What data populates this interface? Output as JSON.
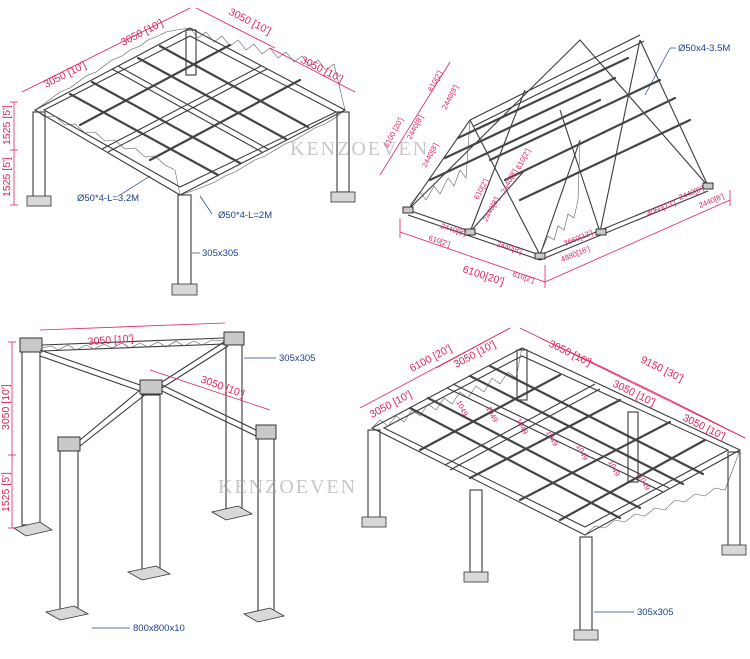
{
  "watermark": "KENZOEVEN",
  "panel_top_left": {
    "dims": [
      "3050 [10']",
      "3050 [10']",
      "3050 [10']",
      "3050 [10']",
      "1525 [5']",
      "1525 [5']"
    ],
    "notes": [
      "Ø50*4-L=3.2M",
      "Ø50*4-L=2M",
      "305x305"
    ]
  },
  "panel_top_right": {
    "notes": [
      "Ø50x4-3.5M"
    ],
    "dims": [
      "6100 [20']",
      "610[2']",
      "2440[8']",
      "2440[8']",
      "2440[8']",
      "610[2']",
      "6100[20']",
      "610[2']",
      "2440[8']",
      "2440[8']",
      "2440[8']",
      "2440[8']",
      "610[2']",
      "610[2']",
      "4060[13']",
      "3660[12']",
      "4880[16']",
      "2440[8']",
      "2440[8']"
    ]
  },
  "panel_bottom_left": {
    "dims": [
      "3050 [10']",
      "3050 [10']",
      "3050 [10']",
      "1525 [5']"
    ],
    "notes": [
      "305x305",
      "800x800x10"
    ]
  },
  "panel_bottom_right": {
    "dims": [
      "6100 [20']",
      "3050 [10']",
      "3050 [10']",
      "3050 [10']",
      "9150 [30']",
      "3050 [10']",
      "3050 [10']"
    ],
    "purlins": [
      "1049",
      "1049",
      "1049",
      "1049",
      "1049",
      "1049",
      "1049"
    ],
    "notes": [
      "305x305"
    ]
  }
}
